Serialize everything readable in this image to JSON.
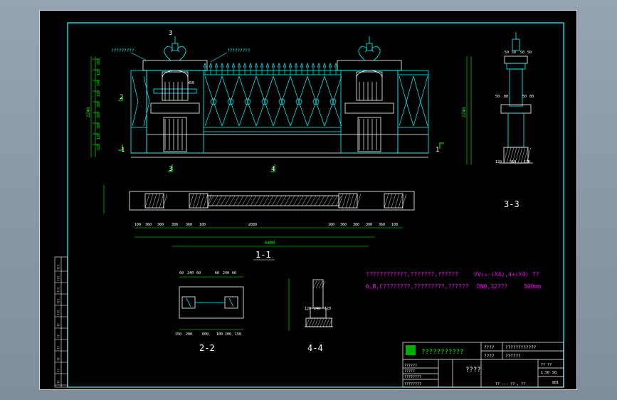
{
  "colors": {
    "frame": "#00ffff",
    "dim": "#00ff00",
    "white": "#ffffff",
    "yellow": "#ffff00",
    "bg": "#000000",
    "magenta": "#ff00ff",
    "red": "#ff3333"
  },
  "section_marks": {
    "s3_top": "3",
    "s2": "2",
    "s1_left": "1",
    "s1_right": "1",
    "s3_bottom": "3",
    "s4": "4"
  },
  "elevation": {
    "callout_left": "?????????",
    "callout_right": "?????????",
    "height_total": "2240",
    "left_dims": [
      "260",
      "120",
      "240",
      "120",
      "360",
      "360",
      "360",
      "120",
      "220"
    ],
    "note_450": "450"
  },
  "plan_1_1": {
    "dims_top": [
      "100",
      "360",
      "300",
      "300",
      "360",
      "100",
      "2880",
      "100",
      "360",
      "300",
      "300",
      "360",
      "100"
    ],
    "dim_total": "6400",
    "title": "1-1"
  },
  "view_3_3": {
    "title": "3-3",
    "top_dims": [
      "50",
      "50",
      "50",
      "50"
    ],
    "height_total": "2240",
    "mid_dims": [
      "50",
      "80",
      "50",
      "80"
    ],
    "base_dims": [
      "120",
      "360",
      "120"
    ]
  },
  "view_2_2": {
    "title": "2-2",
    "top_dims": [
      "60",
      "240",
      "60",
      "60",
      "240",
      "60"
    ],
    "bottom_dims": [
      "150",
      "200",
      "600",
      "100",
      "200",
      "150"
    ]
  },
  "view_4_4": {
    "title": "4-4",
    "bottom_dims": [
      "120",
      "240",
      "120"
    ]
  },
  "notes": {
    "line1": "????????????,???????,??????",
    "line1_spec": "VV₂₀-(X4),4+(X4) ??",
    "line2": "A,B,C????????,?????????,??????",
    "line2_spec": "DN0,32???",
    "line2_dist": "500mm"
  },
  "title_block": {
    "company": "???????????",
    "r1a": "????",
    "r1b": "????",
    "r1c": "????????????",
    "r2a": "????",
    "r2b": "??????",
    "drawing_name": "????",
    "sheet": "??  ??",
    "scale_label": "1:50",
    "left_cells": [
      "??????",
      "?????",
      "????????",
      "????????"
    ],
    "no": "S0",
    "no2": "801",
    "page": "?? --- ?? , ??"
  },
  "revision_block": {
    "cells": [
      "???",
      "???",
      "???",
      "???",
      "???",
      "??",
      "??",
      "??",
      "??",
      "??",
      "??"
    ]
  }
}
